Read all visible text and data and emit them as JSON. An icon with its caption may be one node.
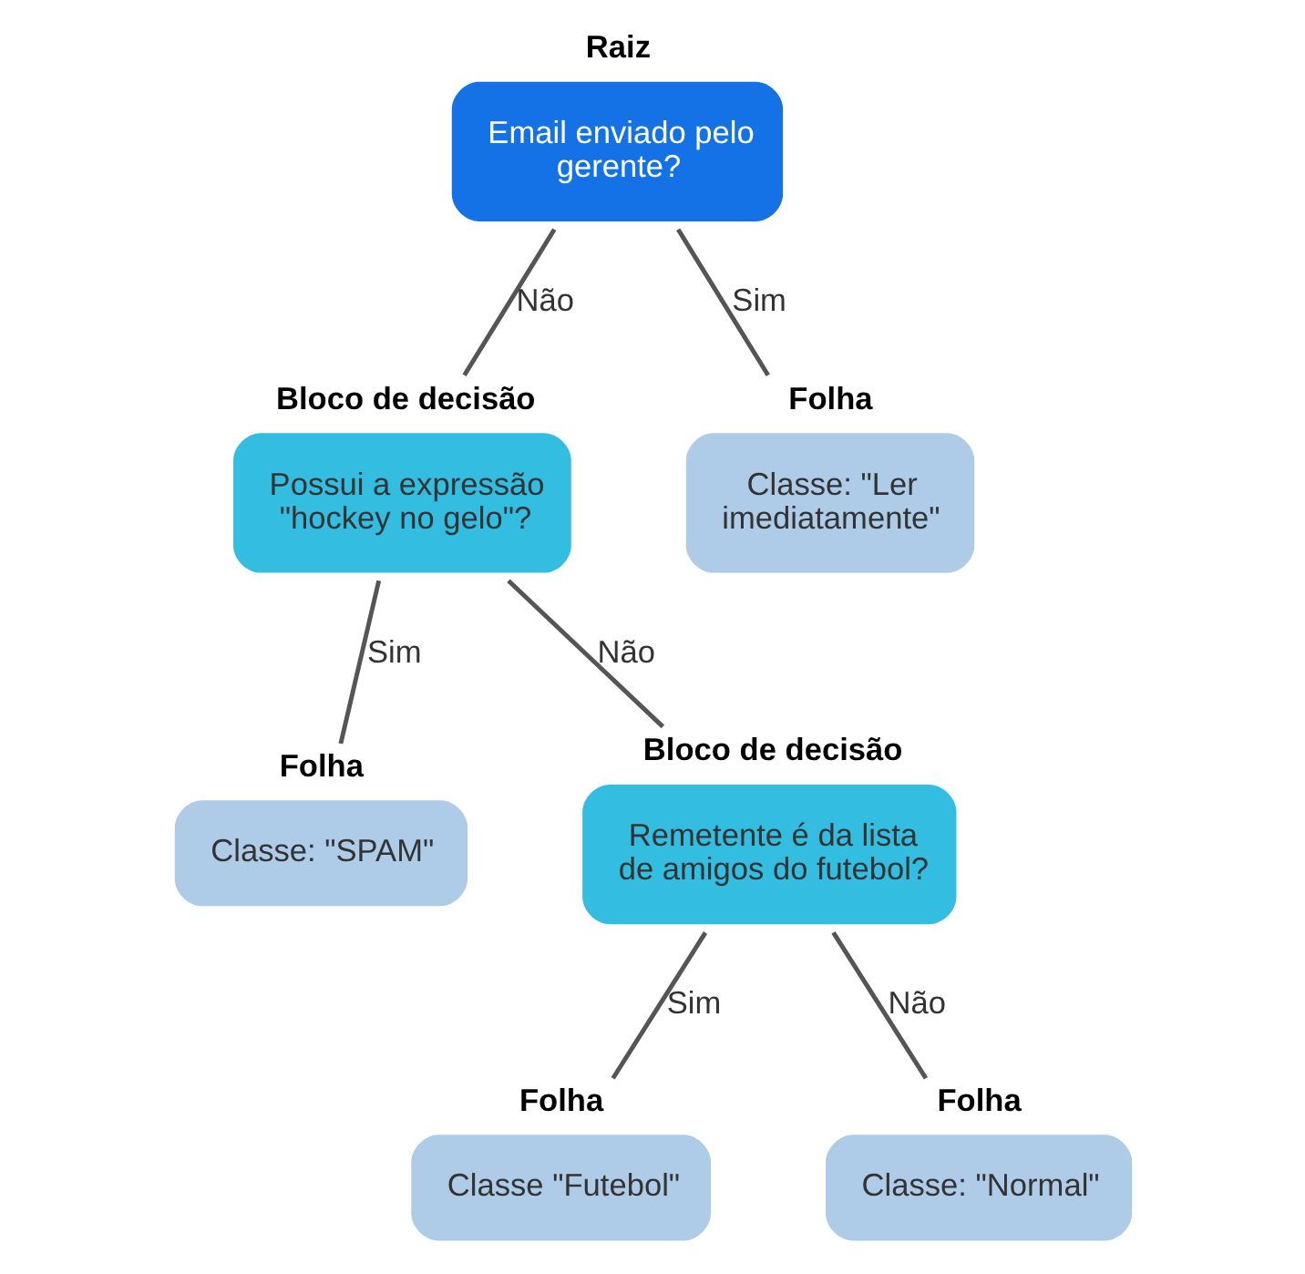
{
  "diagram": {
    "nodes": [
      {
        "text": [
          "Email enviado pelo gerente?"
        ],
        "beside": [
          "Raiz"
        ]
      },
      {
        "text": [
          "Possui a expressão \"hockey no gelo\"?"
        ],
        "beside": [
          "Bloco de decisão"
        ]
      },
      {
        "text": [
          "Classe: \"Ler imediatamente\""
        ],
        "beside": [
          "Folha"
        ]
      },
      {
        "text": [
          "Classe: \"SPAM\""
        ],
        "beside": [
          "Folha"
        ]
      },
      {
        "text": [
          "Remetente é da lista de amigos do futebol?"
        ],
        "beside": [
          "Bloco de decisão"
        ]
      },
      {
        "text": [
          "Classe \"Futebol\""
        ],
        "beside": [
          "Folha"
        ]
      },
      {
        "text": [
          "Classe: \"Normal\""
        ],
        "beside": [
          "Folha"
        ]
      }
    ],
    "edges": [
      {
        "from": 0,
        "to": 1,
        "arrow": "none",
        "label": "Não"
      },
      {
        "from": 0,
        "to": 2,
        "arrow": "none",
        "label": "Sim"
      },
      {
        "from": 1,
        "to": 3,
        "arrow": "none",
        "label": "Sim"
      },
      {
        "from": 1,
        "to": 4,
        "arrow": "none",
        "label": "Não"
      },
      {
        "from": 4,
        "to": 5,
        "arrow": "none",
        "label": "Sim"
      },
      {
        "from": 4,
        "to": 6,
        "arrow": "none",
        "label": "Não"
      }
    ]
  }
}
